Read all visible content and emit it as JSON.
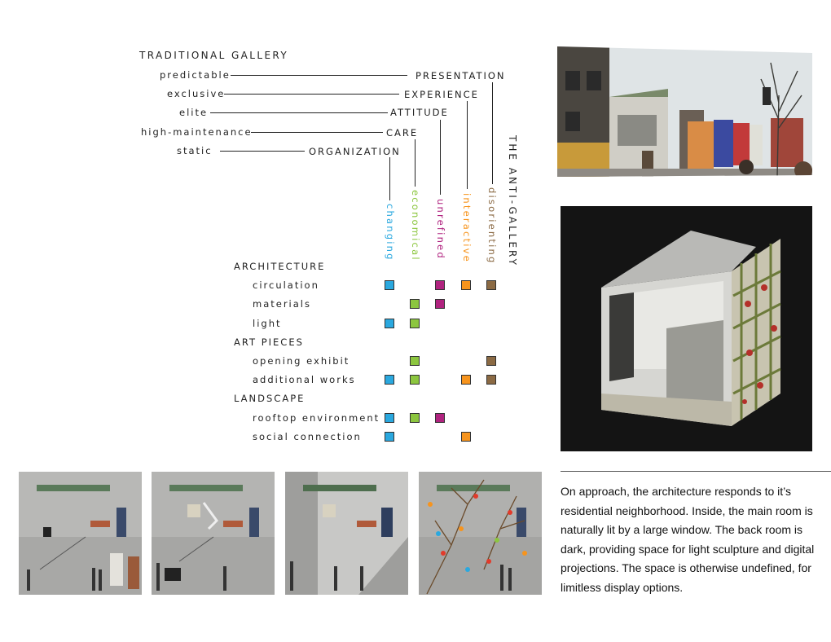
{
  "traditional": {
    "title": "TRADITIONAL GALLERY",
    "rows": [
      {
        "trait": "predictable",
        "aspect": "PRESENTATION"
      },
      {
        "trait": "exclusive",
        "aspect": "EXPERIENCE"
      },
      {
        "trait": "elite",
        "aspect": "ATTITUDE"
      },
      {
        "trait": "high-maintenance",
        "aspect": "CARE"
      },
      {
        "trait": "static",
        "aspect": "ORGANIZATION"
      }
    ]
  },
  "anti_gallery": {
    "title": "THE ANTI-GALLERY",
    "columns": [
      {
        "label": "changing",
        "color": "#2aa8df"
      },
      {
        "label": "economical",
        "color": "#8cc63f"
      },
      {
        "label": "unrefined",
        "color": "#b0237f"
      },
      {
        "label": "interactive",
        "color": "#f7941d"
      },
      {
        "label": "disorienting",
        "color": "#8b6a44"
      }
    ]
  },
  "matrix": {
    "sections": [
      {
        "title": "ARCHITECTURE",
        "items": [
          {
            "label": "circulation",
            "marks": [
              1,
              0,
              1,
              1,
              1
            ]
          },
          {
            "label": "materials",
            "marks": [
              0,
              1,
              1,
              0,
              0
            ]
          },
          {
            "label": "light",
            "marks": [
              1,
              1,
              0,
              0,
              0
            ]
          }
        ]
      },
      {
        "title": "ART PIECES",
        "items": [
          {
            "label": "opening exhibit",
            "marks": [
              0,
              1,
              0,
              0,
              1
            ]
          },
          {
            "label": "additional works",
            "marks": [
              1,
              1,
              0,
              1,
              1
            ]
          }
        ]
      },
      {
        "title": "LANDSCAPE",
        "items": [
          {
            "label": "rooftop environment",
            "marks": [
              1,
              1,
              1,
              0,
              0
            ]
          },
          {
            "label": "social connection",
            "marks": [
              1,
              0,
              0,
              1,
              0
            ]
          }
        ]
      }
    ]
  },
  "description": "On approach, the architecture responds to it’s residential neighborhood. Inside, the main room is naturally lit by a large window. The back room is dark, providing space for light sculpture and digital projections. The space is otherwise undefined, for limitless display options."
}
